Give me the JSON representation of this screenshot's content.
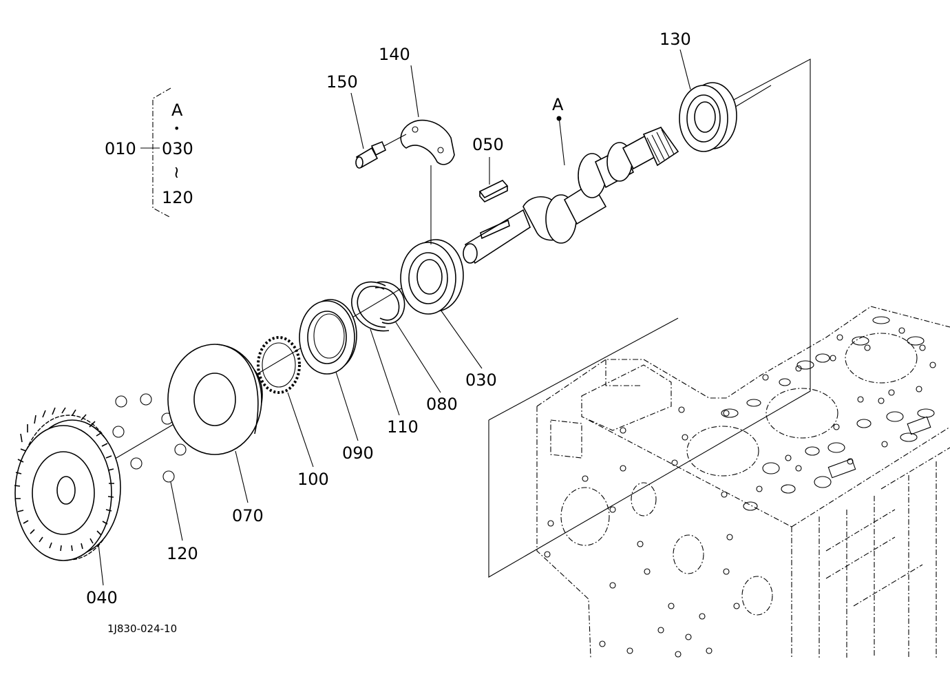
{
  "callouts": {
    "p010": "010",
    "p030": "030",
    "p040": "040",
    "p050": "050",
    "p070": "070",
    "p080": "080",
    "p090": "090",
    "p100": "100",
    "p110": "110",
    "p120": "120",
    "p130": "130",
    "p140": "140",
    "p150": "150",
    "detail_a": "A"
  },
  "assembly_group": {
    "point": "A",
    "dot": "•",
    "from": "030",
    "range_mark": "≀",
    "to": "120"
  },
  "drawing_number": "1J830-024-10"
}
